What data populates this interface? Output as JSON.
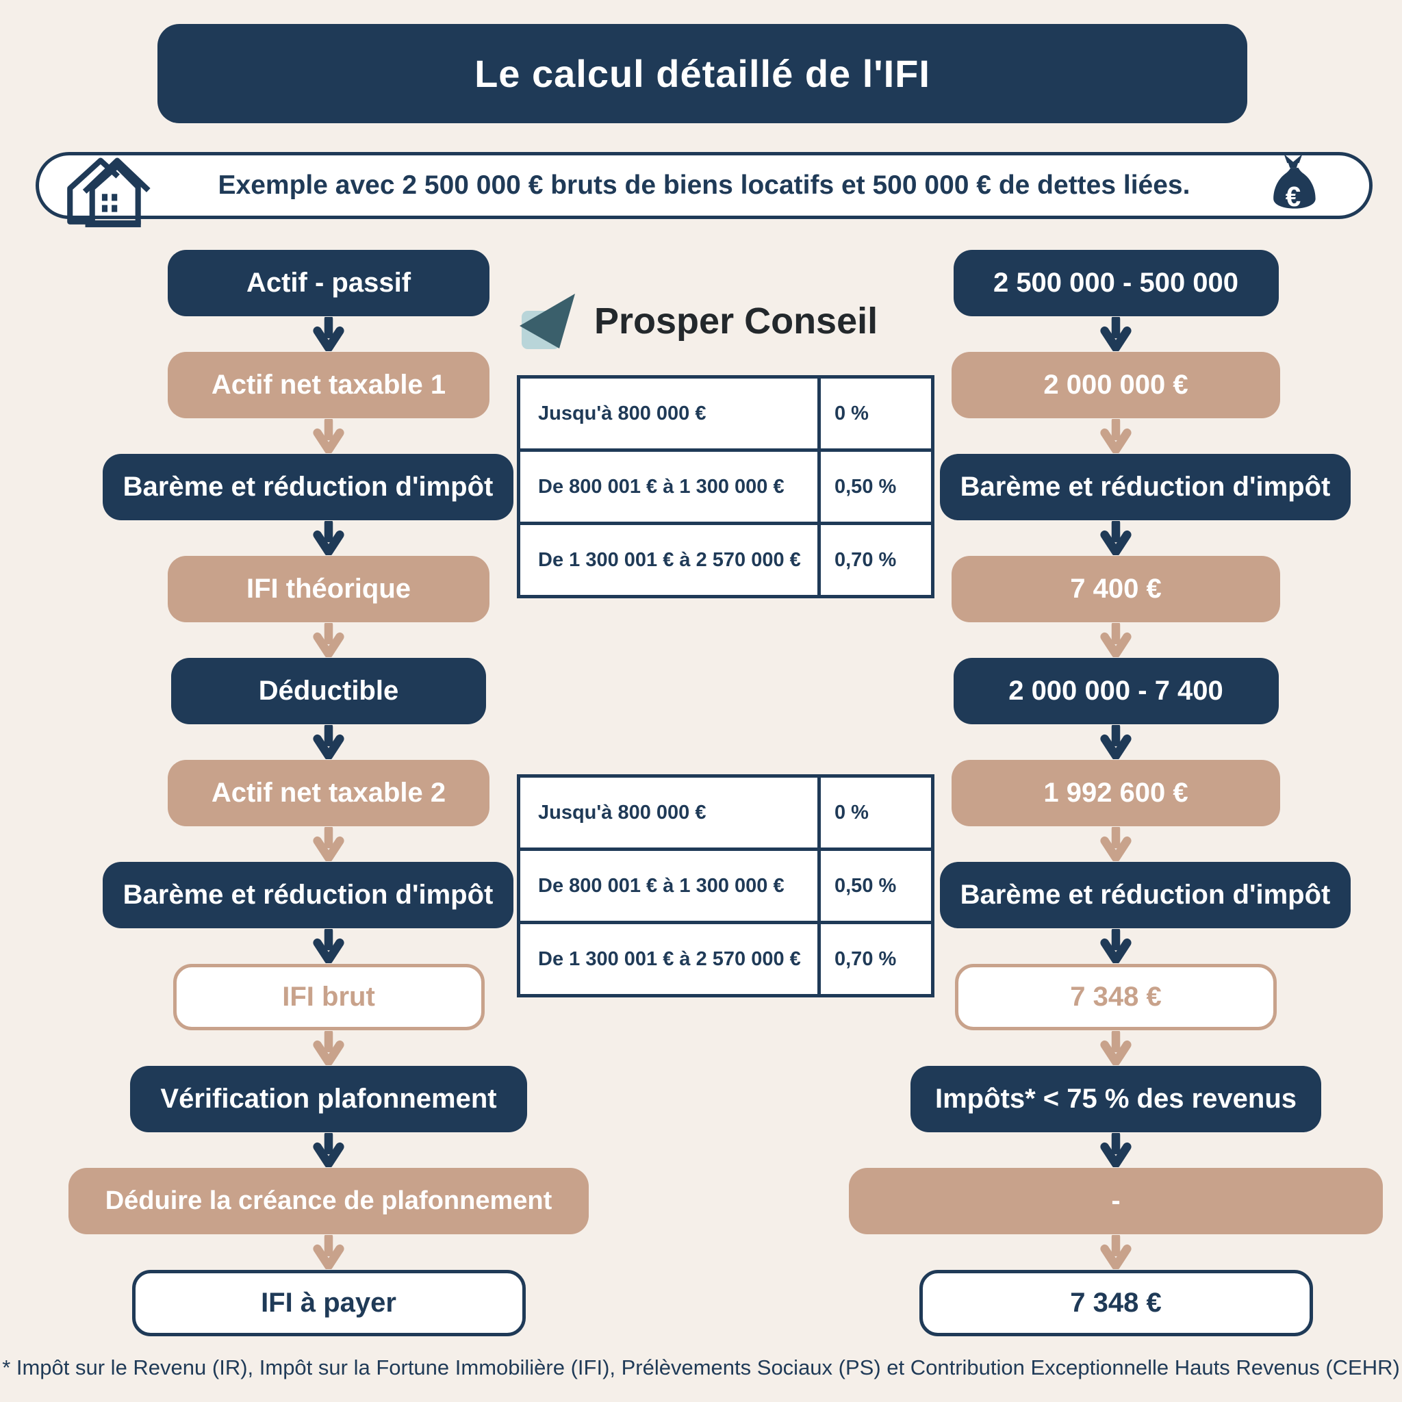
{
  "title": "Le calcul détaillé de l'IFI",
  "banner": {
    "text": "Exemple avec 2 500 000 € bruts de biens locatifs et 500 000 € de dettes liées."
  },
  "logo": {
    "text": "Prosper Conseil"
  },
  "bareme_table": {
    "rows": [
      {
        "range": "Jusqu'à 800 000 €",
        "rate": "0 %"
      },
      {
        "range": "De 800 001 € à 1 300 000 €",
        "rate": "0,50 %"
      },
      {
        "range": "De 1 300 001 € à 2 570 000 €",
        "rate": "0,70 %"
      }
    ]
  },
  "flow": {
    "left": [
      {
        "label": "Actif - passif"
      },
      {
        "label": "Actif net taxable 1"
      },
      {
        "label": "Barème et réduction d'impôt"
      },
      {
        "label": "IFI théorique"
      },
      {
        "label": "Déductible"
      },
      {
        "label": "Actif net taxable 2"
      },
      {
        "label": "Barème et réduction d'impôt"
      },
      {
        "label": "IFI brut"
      },
      {
        "label": "Vérification plafonnement"
      },
      {
        "label": "Déduire la créance de plafonnement"
      },
      {
        "label": "IFI à payer"
      }
    ],
    "right": [
      {
        "label": "2 500 000 - 500 000"
      },
      {
        "label": "2 000 000 €"
      },
      {
        "label": "Barème et réduction d'impôt"
      },
      {
        "label": "7 400 €"
      },
      {
        "label": "2 000 000 - 7 400"
      },
      {
        "label": "1 992 600 €"
      },
      {
        "label": "Barème et réduction d'impôt"
      },
      {
        "label": "7 348 €"
      },
      {
        "label": "Impôts* < 75 % des revenus"
      },
      {
        "label": "-"
      },
      {
        "label": "7 348 €"
      }
    ]
  },
  "icons": {
    "money_bag_symbol": "€"
  },
  "footnote": "* Impôt sur le Revenu (IR), Impôt sur la Fortune Immobilière (IFI), Prélèvements Sociaux (PS) et Contribution Exceptionnelle Hauts Revenus (CEHR)",
  "colors": {
    "navy": "#1f3a57",
    "tan": "#c8a28b",
    "background": "#f5efe9",
    "white": "#ffffff",
    "logo_teal": "#3a5f6b",
    "logo_light_blue": "#b9d5d9",
    "logo_text": "#23282c"
  }
}
